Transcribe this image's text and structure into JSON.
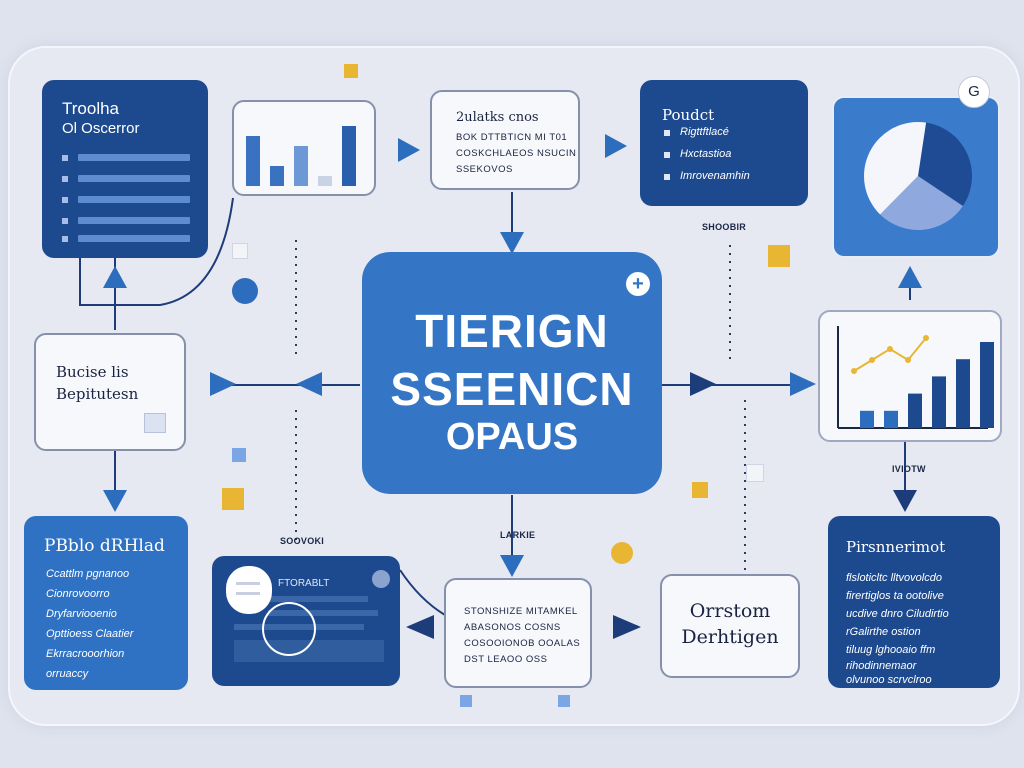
{
  "colors": {
    "dark_blue": "#1d4a8f",
    "mid_blue": "#2d6dbd",
    "accent_yellow": "#e8b632",
    "background": "#e6e9f2"
  },
  "center": {
    "line1": "TIERIGN",
    "line2": "SSEENICN",
    "line3": "OPAUS",
    "badge_icon": "plus-icon"
  },
  "top_left": {
    "line1": "Troolha",
    "line2": "Ol Oscerror"
  },
  "top_mid": {
    "line1": "2ulatks cnos",
    "line2": "BOK DTTBTICN MI T01",
    "line3": "COSKCHLAEOS NSUCIN",
    "line4": "SSEKOVOS"
  },
  "top_right_panel": {
    "title": "Poudct",
    "items": [
      "Rigttftlacé",
      "Hxctastioa",
      "Imrovenamhin"
    ]
  },
  "badge_corner": {
    "letter": "G"
  },
  "left_mid": {
    "line1": "Bucise lis",
    "line2": "Bepitutesn"
  },
  "bottom_left_panel": {
    "title": "PBblo dRHlad",
    "items": [
      "Ccattlm pgnanoo",
      "Cionrovoorro",
      "Dryfarviooenio",
      "Opttioess Claatier",
      "Ekrracrooorhion",
      "orruaccy"
    ]
  },
  "bottom_mid_card": {
    "label": "FTORABLT"
  },
  "bottom_center": {
    "line1": "STONSHIZE MITAMKEL",
    "line2": "ABASONOS COSNS",
    "line3": "COSOOIONOB OOALAS",
    "line4": "DST LEAOO OSS"
  },
  "bottom_right_mid": {
    "line1": "Orrstom",
    "line2": "Derhtigen"
  },
  "bottom_right_panel": {
    "title": "Pirsnnerimot",
    "items": [
      "flsloticltc lltvovolcdo",
      "firertiglos ta ootolive",
      "ucdive dnro Ciludirtio",
      "rGalirthe ostion",
      "tiluug lghooaio ffm",
      "rihodinnemaor",
      "olvunoo scrvclroo"
    ]
  },
  "labels": {
    "top_right_label": "SHOOBIR",
    "right_label": "IVIOTW",
    "bottom_left_label": "SOOVOKI",
    "bottom_mid_label": "LARKIE"
  },
  "chart_data": [
    {
      "type": "bar",
      "values": [
        5,
        2,
        4,
        1,
        6
      ]
    },
    {
      "type": "pie",
      "values": [
        32,
        28,
        40
      ]
    },
    {
      "type": "bar",
      "values": [
        1,
        1,
        2,
        3,
        4,
        5
      ],
      "line_values": [
        1,
        2,
        3,
        2,
        4
      ]
    }
  ]
}
